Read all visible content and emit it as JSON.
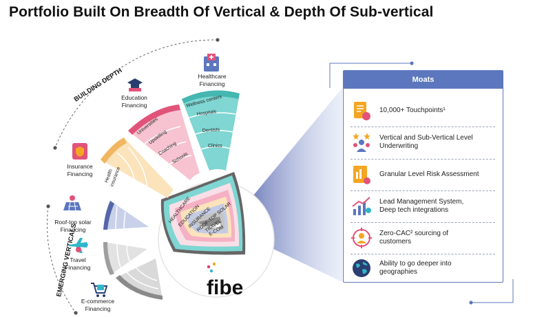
{
  "title": "Portfolio Built On Breadth Of Vertical & Depth Of Sub-vertical",
  "arc_labels": {
    "building_depth": "BUILDING DEPTH",
    "emerging_verticals": "EMERGING VERTICALS"
  },
  "verticals": [
    {
      "label_line1": "Healthcare",
      "label_line2": "Financing",
      "icon": "hospital-icon",
      "subverticals": [
        "Wellness centers",
        "Hospitals",
        "Dentists",
        "Clinics"
      ]
    },
    {
      "label_line1": "Education",
      "label_line2": "Financing",
      "icon": "graduation-cap-icon",
      "subverticals": [
        "Universities",
        "Upskilling",
        "Coaching",
        "Schools"
      ]
    },
    {
      "label_line1": "Insurance",
      "label_line2": "Financing",
      "icon": "insurance-shield-icon",
      "subverticals": [
        "Health",
        "insurance"
      ]
    },
    {
      "label_line1": "Roof-top solar",
      "label_line2": "Financing",
      "icon": "solar-panel-icon",
      "subverticals": []
    },
    {
      "label_line1": "Travel",
      "label_line2": "Financing",
      "icon": "airplane-icon",
      "subverticals": []
    },
    {
      "label_line1": "E-commerce",
      "label_line2": "Financing",
      "icon": "shopping-cart-icon",
      "subverticals": []
    }
  ],
  "core_layers": [
    "HEALTHCARE",
    "EDUCATION",
    "INSURANCE",
    "ROOF-TOP SOLAR",
    "TRAVEL",
    "E-COM"
  ],
  "brand": "fibe",
  "colors": {
    "healthcare": "#7fd6d2",
    "education": "#f28aa6",
    "insurance": "#f9d9a6",
    "solar": "#8899c9",
    "travel": "#c4c4c4",
    "ecom": "#a3a3a3",
    "moats_blue": "#5c77bd"
  },
  "moats": {
    "header": "Moats",
    "items": [
      {
        "line1": "10,000+ Touchpoints¹",
        "line2": "",
        "icon": "document-touchpoints-icon"
      },
      {
        "line1": "Vertical and Sub-Vertical Level",
        "line2": "Underwriting",
        "icon": "people-stars-icon"
      },
      {
        "line1": "Granular Level Risk Assessment",
        "line2": "",
        "icon": "risk-report-icon"
      },
      {
        "line1": "Lead Management System,",
        "line2": "Deep tech integrations",
        "icon": "growth-chart-icon"
      },
      {
        "line1": "Zero-CAC² sourcing of",
        "line2": "customers",
        "icon": "customer-target-icon"
      },
      {
        "line1": "Ability to go deeper into",
        "line2": "geographies",
        "icon": "globe-icon"
      }
    ]
  }
}
